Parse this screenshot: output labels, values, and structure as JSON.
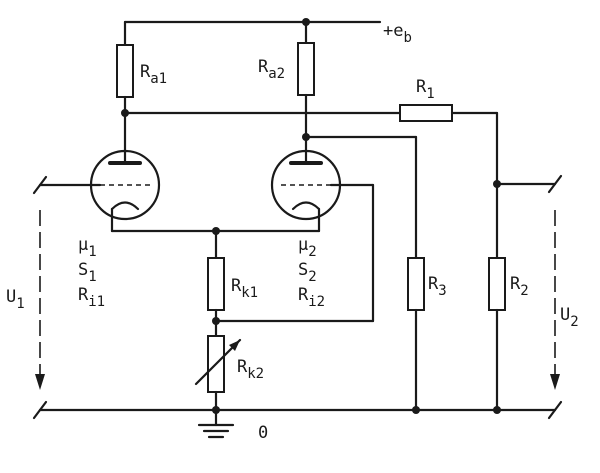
{
  "labels": {
    "supply": "+e",
    "supply_sub": "b",
    "ra1": "R",
    "ra1_sub": "a1",
    "ra2": "R",
    "ra2_sub": "a2",
    "r1": "R",
    "r1_sub": "1",
    "r2": "R",
    "r2_sub": "2",
    "r3": "R",
    "r3_sub": "3",
    "rk1": "R",
    "rk1_sub": "k1",
    "rk2": "R",
    "rk2_sub": "k2",
    "mu1": "μ",
    "mu1_sub": "1",
    "s1": "S",
    "s1_sub": "1",
    "ri1": "R",
    "ri1_sub": "i1",
    "mu2": "μ",
    "mu2_sub": "2",
    "s2": "S",
    "s2_sub": "2",
    "ri2": "R",
    "ri2_sub": "i2",
    "u1": "U",
    "u1_sub": "1",
    "u2": "U",
    "u2_sub": "2",
    "ground": "0"
  }
}
